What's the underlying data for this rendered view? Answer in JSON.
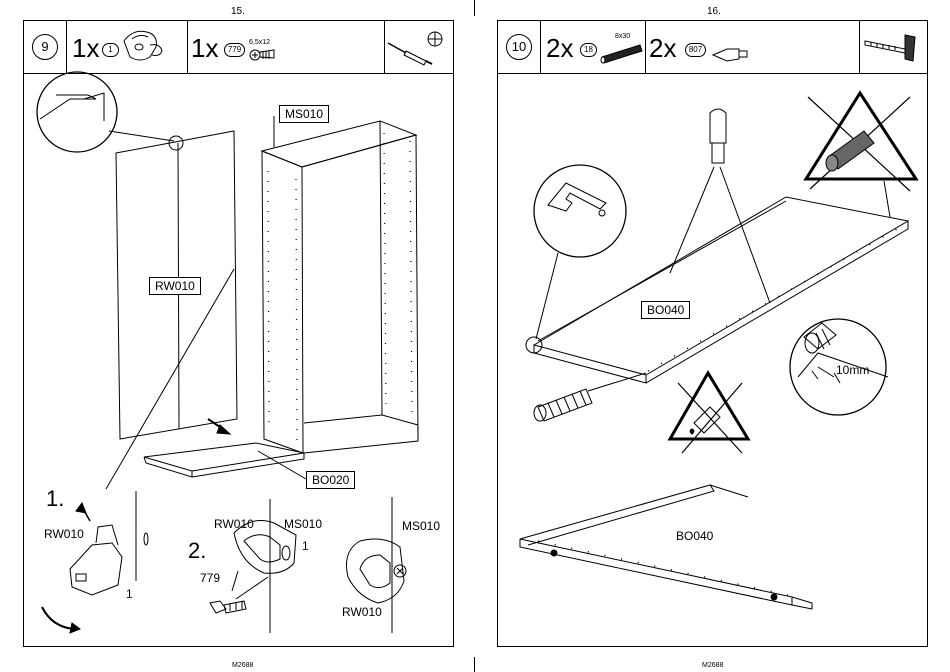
{
  "page_left": {
    "page_number": "15.",
    "footer_code": "M2688",
    "step_number": "9",
    "parts": [
      {
        "quantity": "1x",
        "code": "1",
        "size": ""
      },
      {
        "quantity": "1x",
        "code": "779",
        "size": "6,5x12"
      }
    ],
    "tools": [
      "screwdriver-icon",
      "cross-head-icon"
    ],
    "labels": {
      "ms010_top": "MS010",
      "rw010_main": "RW010",
      "bo020": "BO020"
    },
    "detail": {
      "sub1": "1.",
      "sub2": "2.",
      "rw010_a": "RW010",
      "one_a": "1",
      "rw010_b": "RW010",
      "ms010_b": "MS010",
      "one_b": "1",
      "screw_779": "779",
      "ms010_c": "MS010",
      "rw010_c": "RW010"
    }
  },
  "page_right": {
    "page_number": "16.",
    "footer_code": "M2688",
    "step_number": "10",
    "parts": [
      {
        "quantity": "2x",
        "code": "18",
        "size": "8x30"
      },
      {
        "quantity": "2x",
        "code": "807",
        "size": ""
      }
    ],
    "tools": [
      "hammer-icon"
    ],
    "labels": {
      "bo040_box": "BO040",
      "bo040_plain": "BO040",
      "depth": "10mm"
    }
  },
  "colors": {
    "ink": "#000000",
    "paper": "#ffffff",
    "hatch": "#555555"
  }
}
